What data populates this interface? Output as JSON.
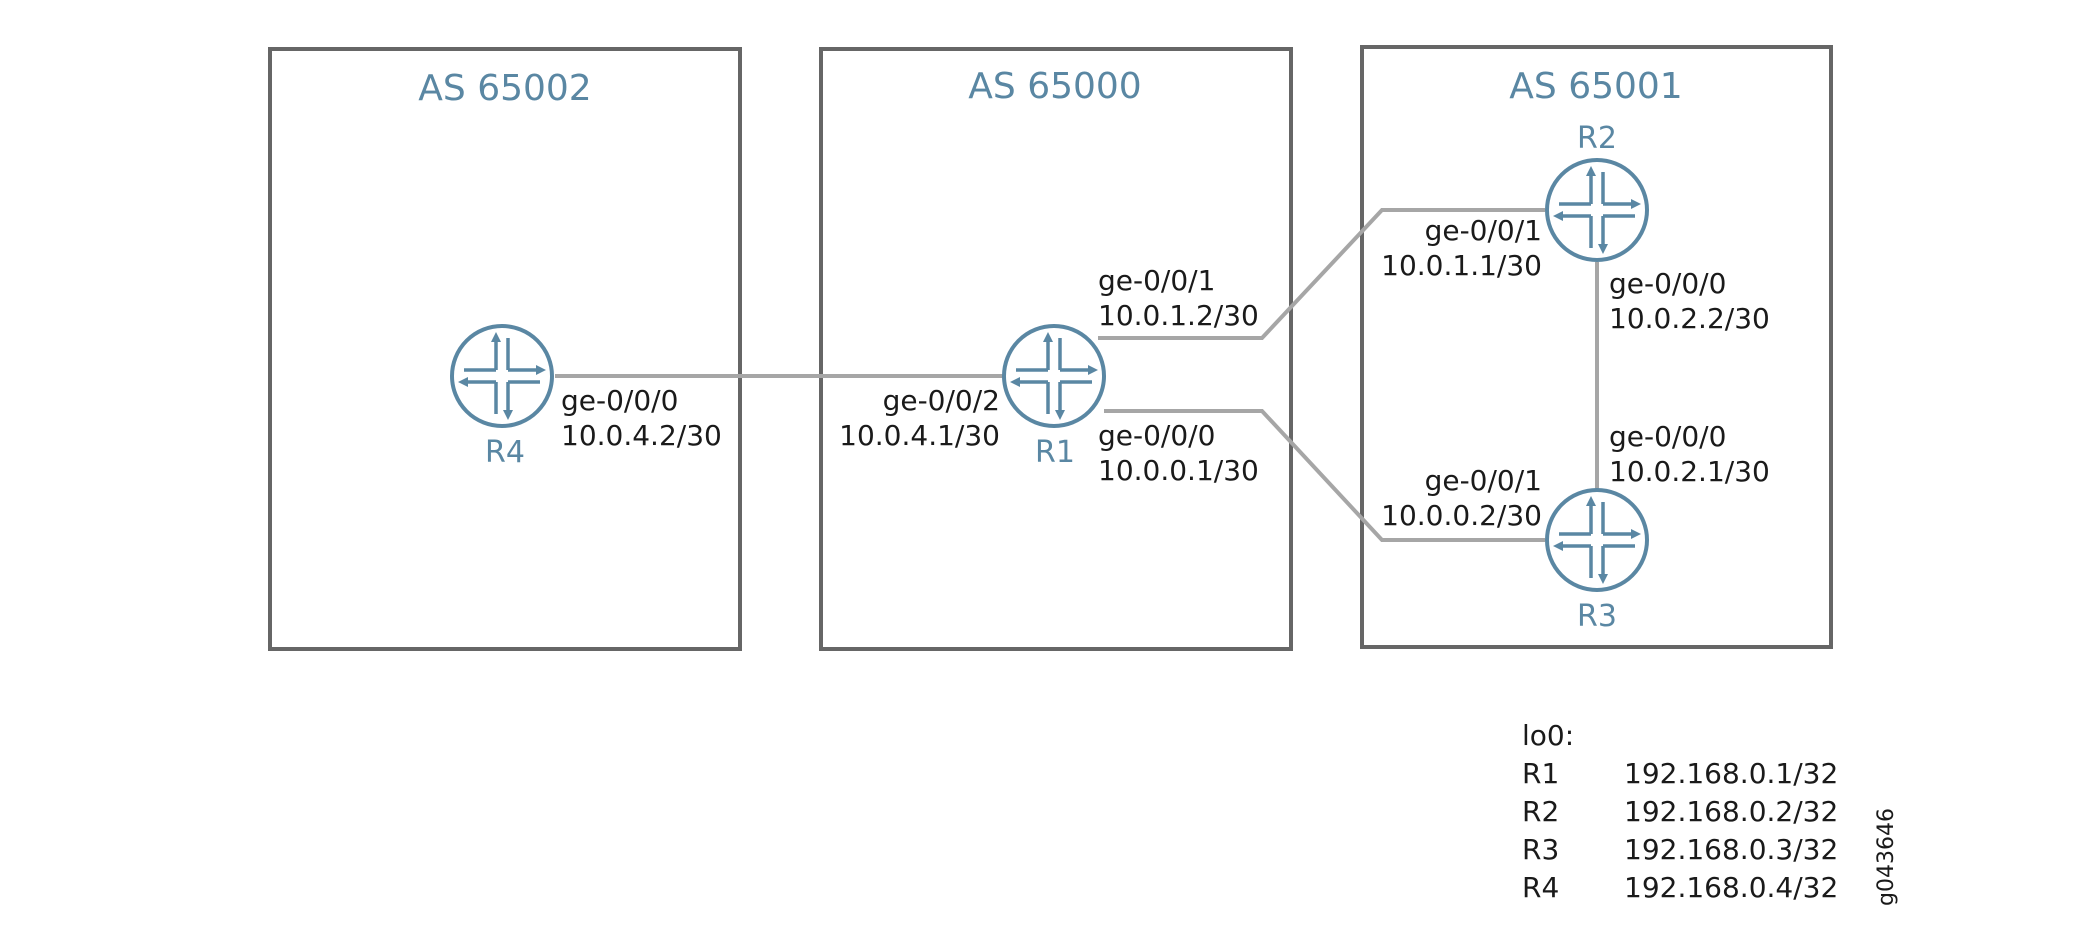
{
  "autonomous_systems": [
    {
      "label": "AS 65002"
    },
    {
      "label": "AS 65000"
    },
    {
      "label": "AS 65001"
    }
  ],
  "routers": [
    {
      "name": "R4"
    },
    {
      "name": "R1"
    },
    {
      "name": "R2"
    },
    {
      "name": "R3"
    }
  ],
  "interfaces": {
    "r4_ge000": {
      "name": "ge-0/0/0",
      "ip": "10.0.4.2/30"
    },
    "r1_ge002": {
      "name": "ge-0/0/2",
      "ip": "10.0.4.1/30"
    },
    "r1_ge001": {
      "name": "ge-0/0/1",
      "ip": "10.0.1.2/30"
    },
    "r1_ge000": {
      "name": "ge-0/0/0",
      "ip": "10.0.0.1/30"
    },
    "r2_ge001": {
      "name": "ge-0/0/1",
      "ip": "10.0.1.1/30"
    },
    "r2_ge000": {
      "name": "ge-0/0/0",
      "ip": "10.0.2.2/30"
    },
    "r3_ge000": {
      "name": "ge-0/0/0",
      "ip": "10.0.2.1/30"
    },
    "r3_ge001": {
      "name": "ge-0/0/1",
      "ip": "10.0.0.2/30"
    }
  },
  "legend": {
    "title": "lo0:",
    "rows": [
      {
        "router": "R1",
        "address": "192.168.0.1/32"
      },
      {
        "router": "R2",
        "address": "192.168.0.2/32"
      },
      {
        "router": "R3",
        "address": "192.168.0.3/32"
      },
      {
        "router": "R4",
        "address": "192.168.0.4/32"
      }
    ]
  },
  "figure_id": "g043646",
  "colors": {
    "box_stroke": "#666666",
    "link": "#a6a6a6",
    "router": "#5a87a3"
  }
}
